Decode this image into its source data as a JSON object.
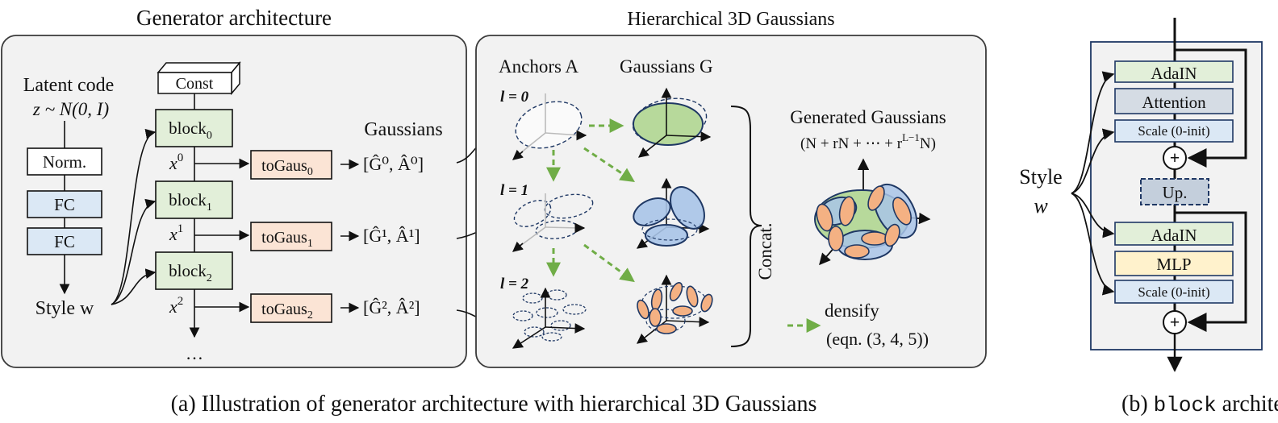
{
  "panel_a": {
    "generator_title": "Generator architecture",
    "hierarchy_title": "Hierarchical 3D Gaussians",
    "latent_code_label": "Latent code",
    "latent_code_formula": "z ~ N(0, I)",
    "norm_label": "Norm.",
    "fc_label": "FC",
    "style_w_label": "Style w",
    "const_label": "Const",
    "blocks": [
      {
        "block": "block",
        "sub": "0",
        "x_sym": "x",
        "x_sup": "0",
        "to_gaus": "toGaus",
        "tg_sub": "0",
        "out": "[Ĝ⁰, Â⁰]"
      },
      {
        "block": "block",
        "sub": "1",
        "x_sym": "x",
        "x_sup": "1",
        "to_gaus": "toGaus",
        "tg_sub": "1",
        "out": "[Ĝ¹, Â¹]"
      },
      {
        "block": "block",
        "sub": "2",
        "x_sym": "x",
        "x_sup": "2",
        "to_gaus": "toGaus",
        "tg_sub": "2",
        "out": "[Ĝ², Â²]"
      }
    ],
    "ellipsis": "…",
    "gaussians_label": "Gaussians",
    "anchors_label": "Anchors A",
    "gaussians_g_label": "Gaussians G",
    "levels": [
      "l = 0",
      "l = 1",
      "l = 2"
    ],
    "concat_label": "Concat.",
    "generated_label": "Generated Gaussians",
    "generated_formula": "(N + rN + ⋯ + r",
    "generated_sup": "L−1",
    "generated_end": "N)",
    "densify_label": "densify",
    "densify_eqn": "(eqn. (3, 4, 5))",
    "caption": "(a) Illustration of generator architecture with hierarchical 3D Gaussians"
  },
  "panel_b": {
    "style_label": "Style",
    "w_label": "w",
    "adain_label": "AdaIN",
    "attention_label": "Attention",
    "scale_label": "Scale (0-init)",
    "plus": "+",
    "up_label": "Up.",
    "mlp_label": "MLP",
    "caption_prefix": "(b) ",
    "caption_mono": "block",
    "caption_suffix": " architecture"
  },
  "colors": {
    "panel_bg": "#f2f2f2",
    "green_box": "#e2efd9",
    "blue_box": "#dbe8f5",
    "orange_box": "#fbe4d5",
    "yellow_box": "#fff2cc",
    "gray_box": "#d5dce4",
    "dashed_arrow": "#70ad47",
    "ellipse_blue": "#a9c4e8",
    "ellipse_green": "#b7d99b",
    "ellipse_orange": "#f4b183"
  }
}
